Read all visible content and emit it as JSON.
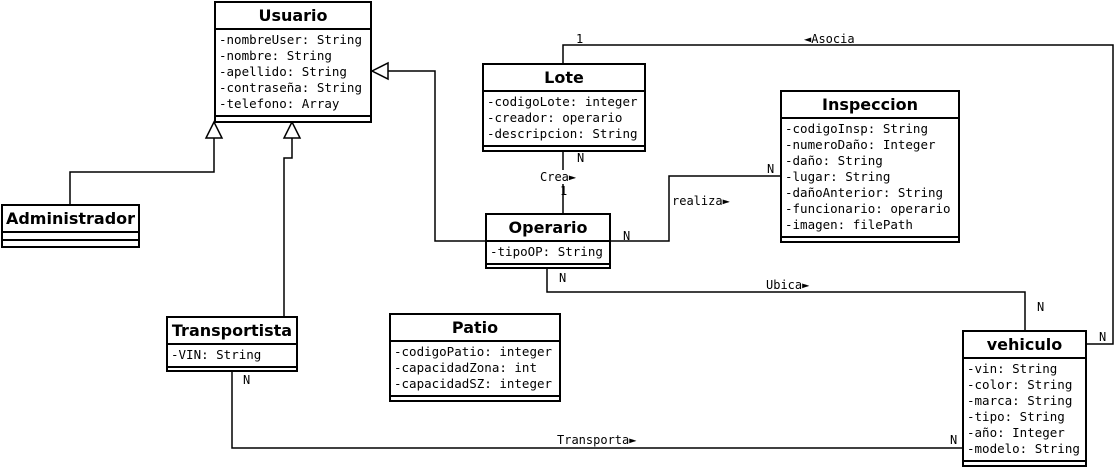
{
  "classes": {
    "usuario": {
      "name": "Usuario",
      "attributes": [
        "-nombreUser: String",
        "-nombre: String",
        "-apellido: String",
        "-contraseña: String",
        "-telefono: Array"
      ]
    },
    "administrador": {
      "name": "Administrador",
      "attributes": []
    },
    "transportista": {
      "name": "Transportista",
      "attributes": [
        "-VIN: String"
      ]
    },
    "lote": {
      "name": "Lote",
      "attributes": [
        "-codigoLote: integer",
        "-creador: operario",
        "-descripcion: String"
      ]
    },
    "operario": {
      "name": "Operario",
      "attributes": [
        "-tipoOP: String"
      ]
    },
    "patio": {
      "name": "Patio",
      "attributes": [
        "-codigoPatio: integer",
        "-capacidadZona: int",
        "-capacidadSZ: integer"
      ]
    },
    "inspeccion": {
      "name": "Inspeccion",
      "attributes": [
        "-codigoInsp: String",
        "-numeroDaño: Integer",
        "-daño: String",
        "-lugar: String",
        "-dañoAnterior: String",
        "-funcionario: operario",
        "-imagen: filePath"
      ]
    },
    "vehiculo": {
      "name": "vehiculo",
      "attributes": [
        "-vin: String",
        "-color: String",
        "-marca: String",
        "-tipo: String",
        "-año: Integer",
        "-modelo: String"
      ]
    }
  },
  "associations": {
    "asocia": {
      "label": "◄Asocia",
      "mult_lote": "1",
      "mult_vehiculo": "N"
    },
    "crea": {
      "label": "Crea►",
      "mult_lote": "N",
      "mult_operario": "1"
    },
    "realiza": {
      "label": "realiza►",
      "mult_operario": "N",
      "mult_inspeccion": "N"
    },
    "ubica": {
      "label": "Ubica►",
      "mult_operario": "N",
      "mult_vehiculo": "N"
    },
    "transporta": {
      "label": "Transporta►",
      "mult_transportista": "N",
      "mult_vehiculo": "N"
    }
  }
}
